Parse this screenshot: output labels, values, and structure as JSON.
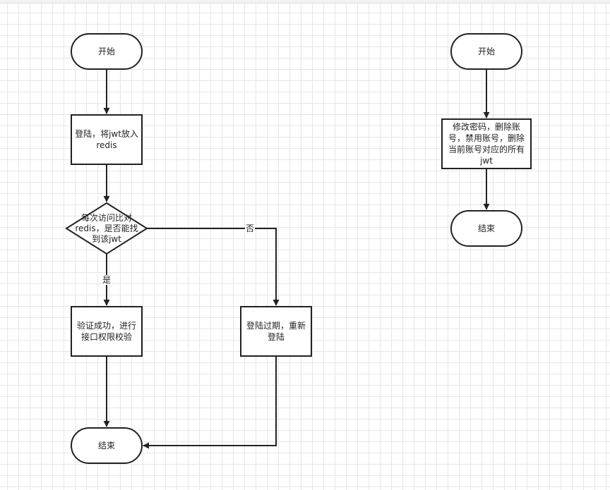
{
  "left_flow": {
    "start": "开始",
    "login": "登陆，将jwt放入redis",
    "decision": "每次访问比对redis，是否能找到该jwt",
    "success": "验证成功，进行接口权限校验",
    "expired": "登陆过期，重新登陆",
    "end": "结束",
    "label_yes": "是",
    "label_no": "否"
  },
  "right_flow": {
    "start": "开始",
    "process": "修改密码，删除账号，禁用账号，删除当前账号对应的所有jwt",
    "end": "结束"
  }
}
